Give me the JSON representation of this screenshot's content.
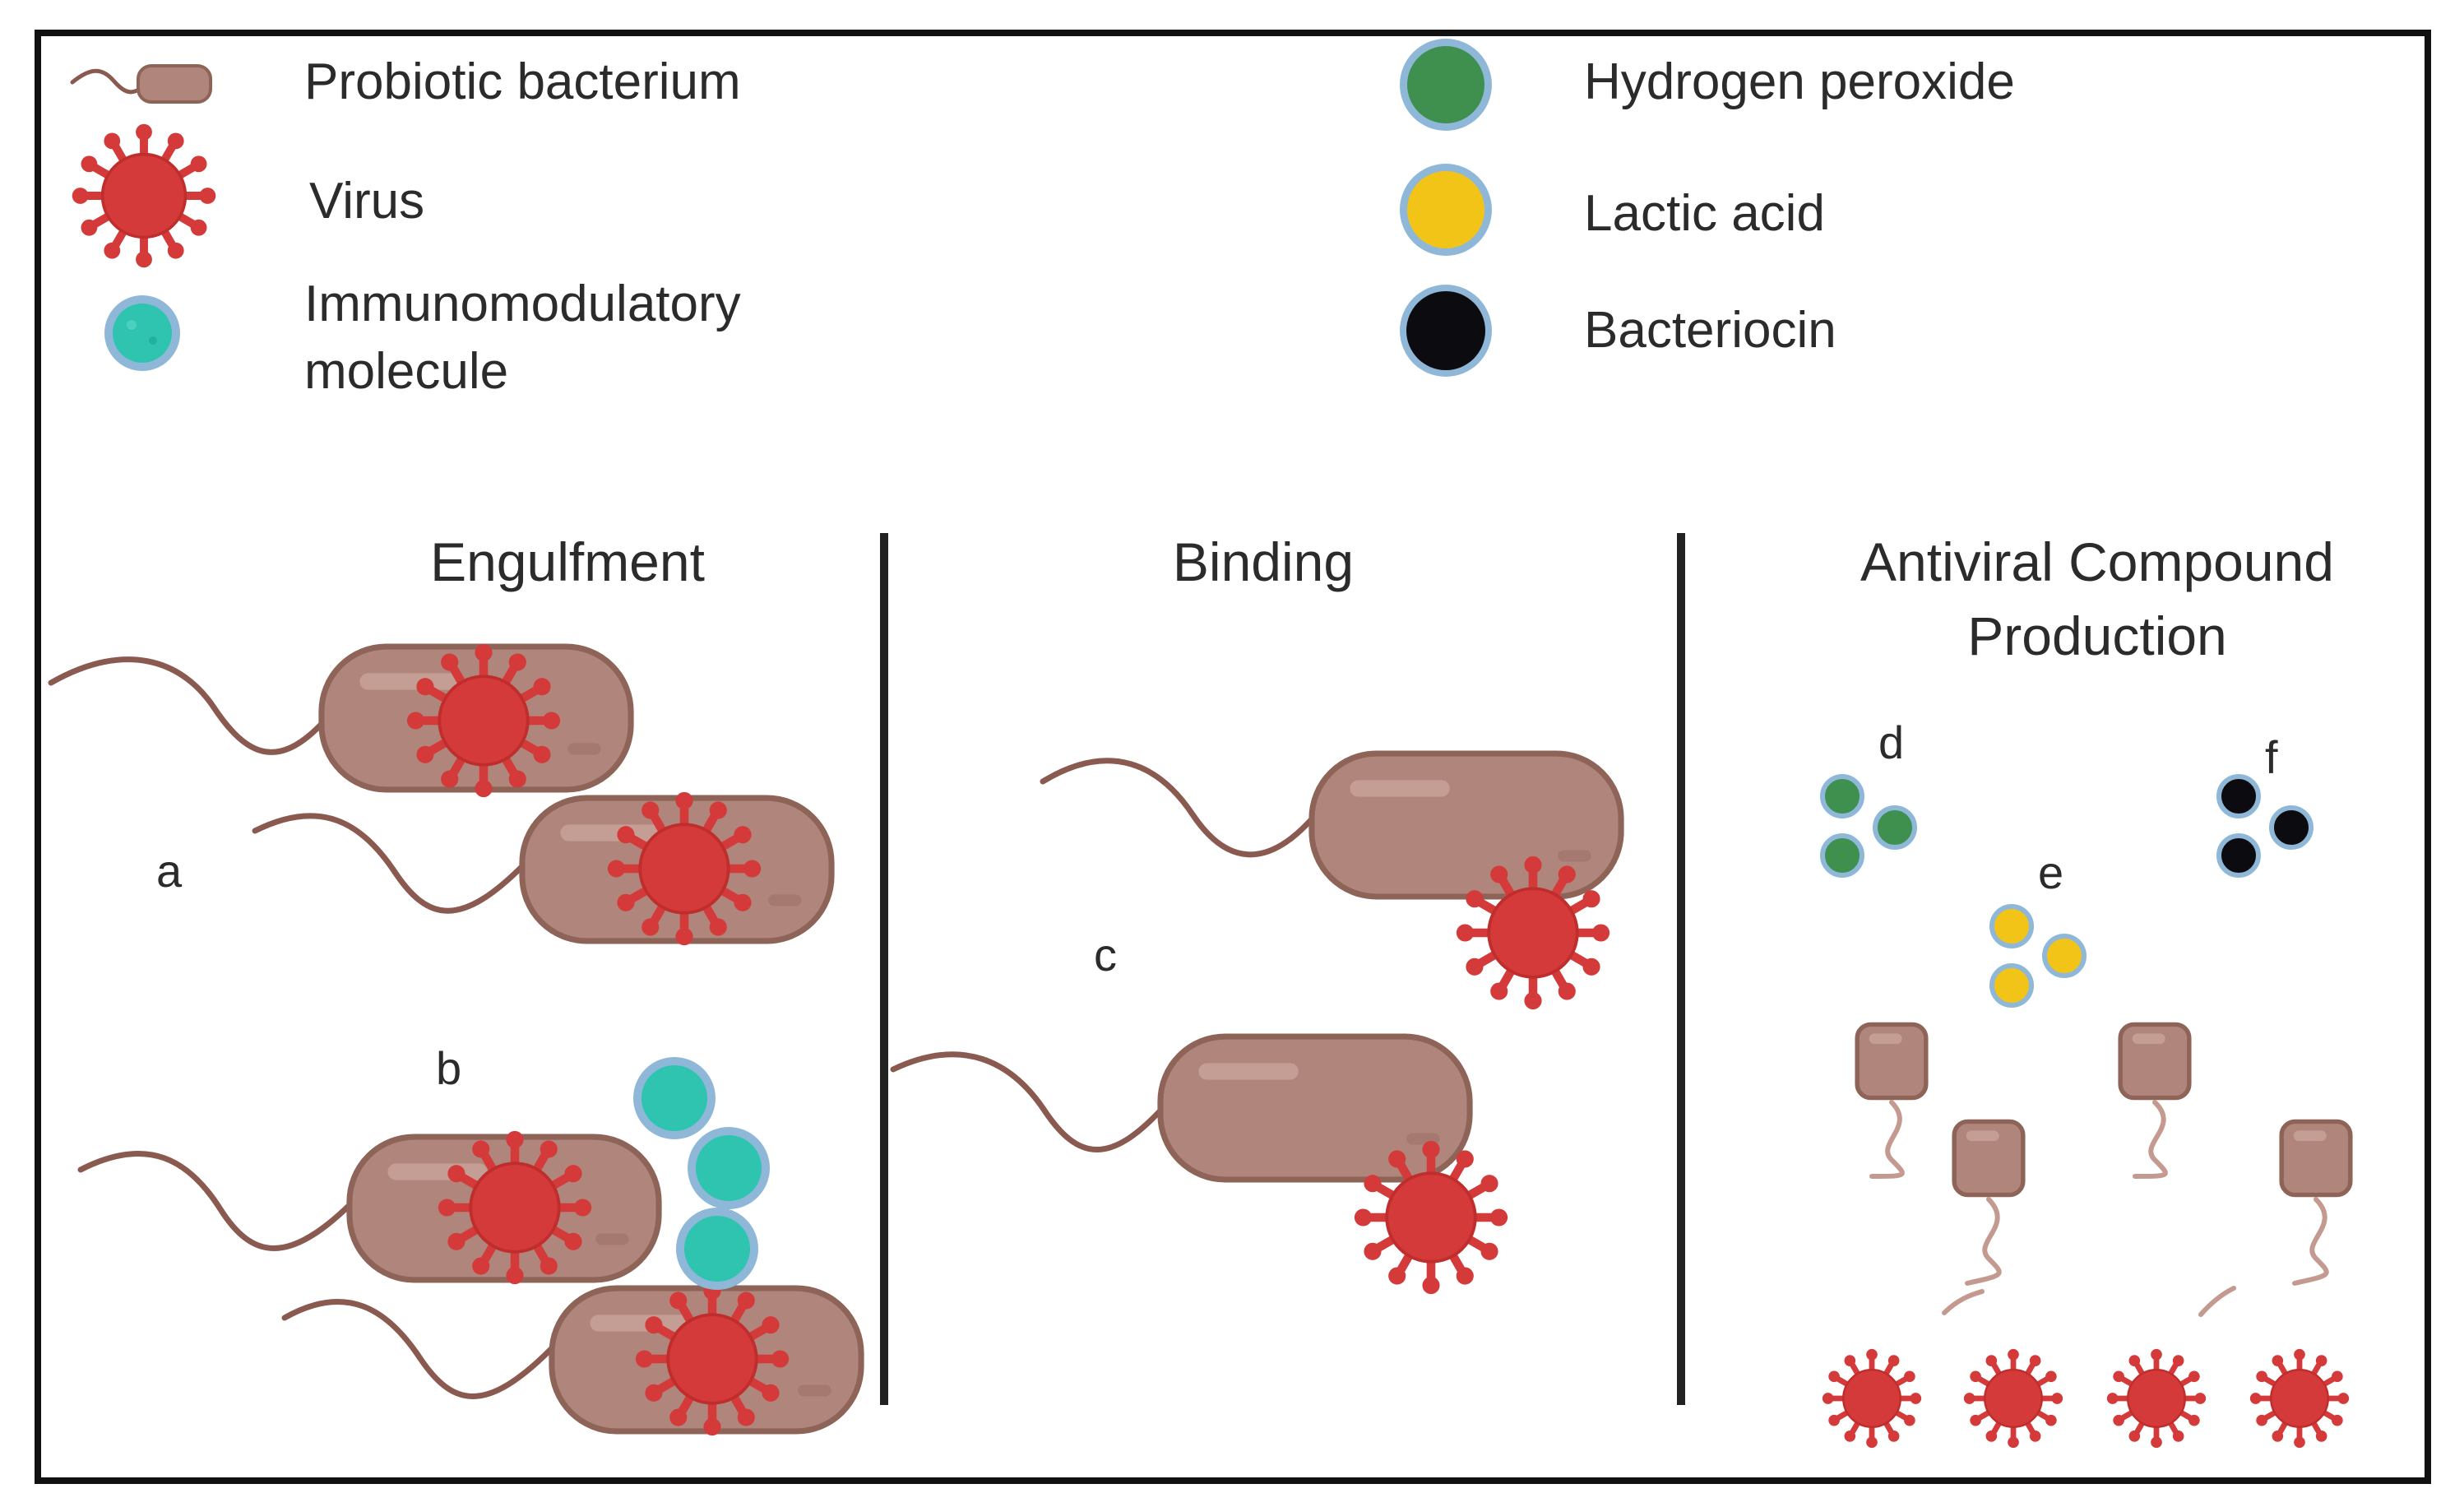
{
  "legend": {
    "probiotic_bacterium": "Probiotic bacterium",
    "virus": "Virus",
    "immunomodulatory_line1": "Immunomodulatory",
    "immunomodulatory_line2": "molecule",
    "hydrogen_peroxide": "Hydrogen peroxide",
    "lactic_acid": "Lactic acid",
    "bacteriocin": "Bacteriocin"
  },
  "sections": {
    "engulfment": "Engulfment",
    "binding": "Binding",
    "antiviral_line1": "Antiviral Compound",
    "antiviral_line2": "Production"
  },
  "panel_labels": {
    "a": "a",
    "b": "b",
    "c": "c",
    "d": "d",
    "e": "e",
    "f": "f"
  },
  "colors": {
    "frame": "#111111",
    "divider": "#222222",
    "bacterium_body": "#b0857b",
    "bacterium_outline": "#8e6358",
    "bacterium_highlight": "#c9a49b",
    "flagellum": "#8a5a50",
    "virus": "#d43a3a",
    "virus_outline": "#b82828",
    "immunomodulatory": "#2ec4b0",
    "immunomodulatory_ring": "#8fb8d8",
    "hydrogen_peroxide": "#3f8f4f",
    "lactic_acid": "#f2c418",
    "bacteriocin": "#0c0c10",
    "particle_ring": "#8fb8d8"
  },
  "icons": [
    "probiotic-bacterium-icon",
    "virus-icon",
    "immunomodulatory-molecule-icon",
    "hydrogen-peroxide-icon",
    "lactic-acid-icon",
    "bacteriocin-icon"
  ]
}
